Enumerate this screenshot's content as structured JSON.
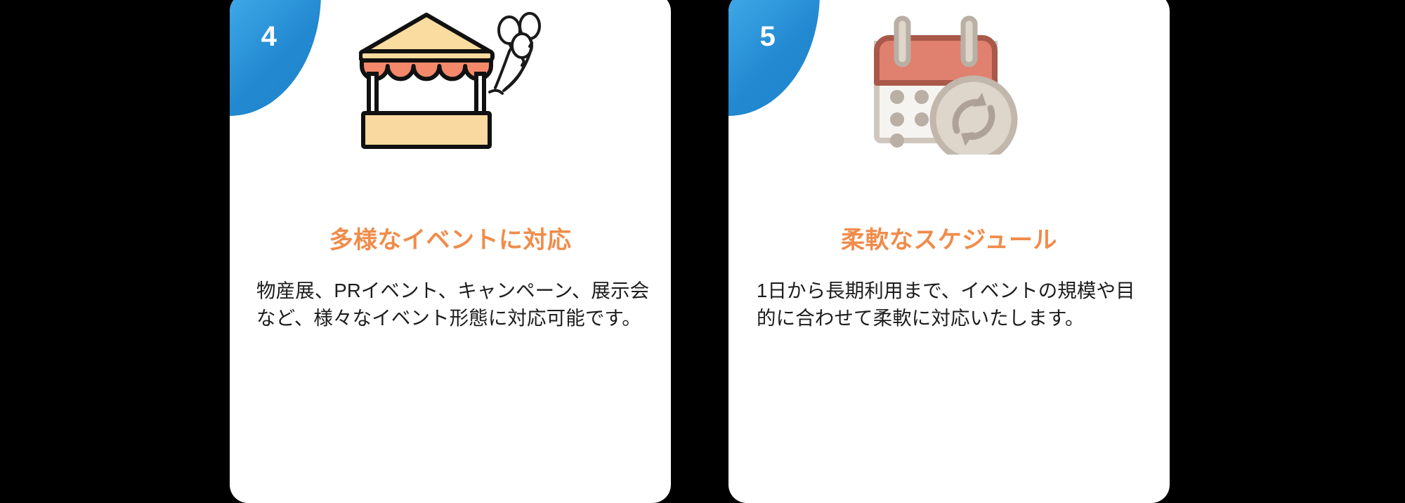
{
  "page": {
    "background_color": "#000000",
    "card_background": "#ffffff",
    "badge_color": "#2c95dd",
    "title_color": "#f08c4a",
    "body_color": "#1c1c1c"
  },
  "cards": [
    {
      "number": "4",
      "icon_name": "market-stall-icon",
      "icon_colors": {
        "canopy": "#fadca0",
        "scallop": "#f4886a",
        "counter": "#fad9a0",
        "outline": "#111111",
        "balloon_outline": "#1a1a1a"
      },
      "title": "多様なイベントに対応",
      "body": "物産展、PRイベント、キャンペーン、展示会など、様々なイベント形態に対応可能です。"
    },
    {
      "number": "5",
      "icon_name": "calendar-refresh-icon",
      "icon_colors": {
        "header": "#e0806e",
        "header_border": "#a9584a",
        "body": "#f6f4f1",
        "body_border": "#cfc7bd",
        "dots": "#b9afa4",
        "badge": "#ded5cb",
        "badge_border": "#c2b7ab",
        "rings": "#ada295"
      },
      "title": "柔軟なスケジュール",
      "body": "1日から長期利用まで、イベントの規模や目的に合わせて柔軟に対応いたします。"
    }
  ]
}
